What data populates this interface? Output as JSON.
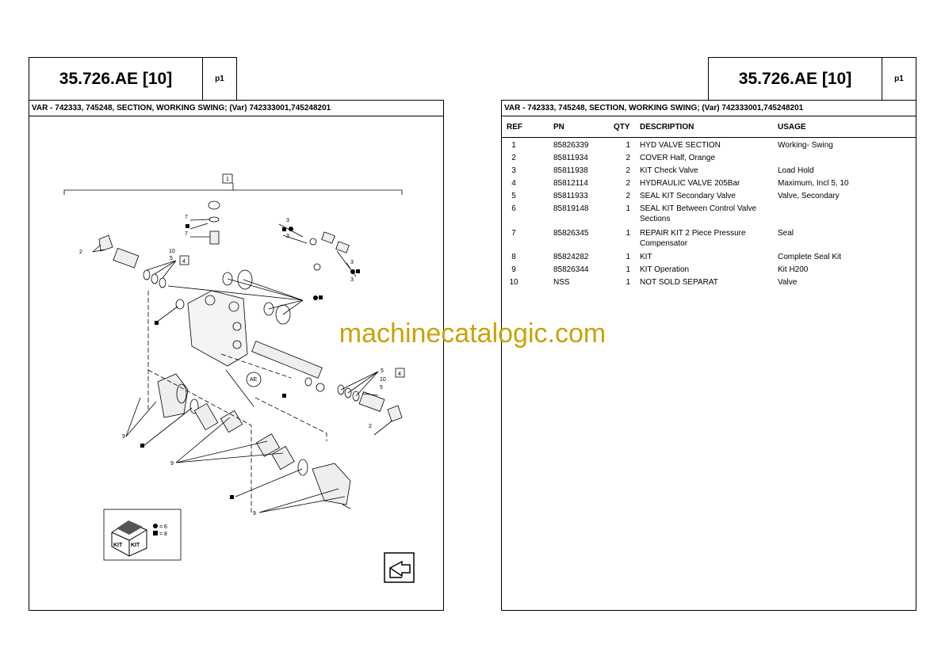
{
  "left": {
    "title": "35.726.AE [10]",
    "page": "p1",
    "var_line": "VAR - 742333, 745248, SECTION, WORKING SWING; (Var) 742333001,745248201",
    "diagram_labels": {
      "l1": "1",
      "l2": "2",
      "l3": "3",
      "l4": "4",
      "l5": "5",
      "l7": "7",
      "l9": "9",
      "l10": "10",
      "ae": "AE"
    },
    "kit_legend": {
      "kit_text": "KIT",
      "circle": "= 6",
      "square": "= 8"
    }
  },
  "right": {
    "title": "35.726.AE [10]",
    "page": "p1",
    "var_line": "VAR - 742333, 745248, SECTION, WORKING SWING; (Var) 742333001,745248201",
    "columns": [
      "REF",
      "PN",
      "QTY",
      "DESCRIPTION",
      "USAGE"
    ],
    "rows": [
      {
        "ref": "1",
        "pn": "85826339",
        "qty": "1",
        "desc": "HYD VALVE SECTION",
        "usage": "Working- Swing"
      },
      {
        "ref": "2",
        "pn": "85811934",
        "qty": "2",
        "desc": "COVER Half, Orange",
        "usage": ""
      },
      {
        "ref": "3",
        "pn": "85811938",
        "qty": "2",
        "desc": "KIT Check Valve",
        "usage": "Load Hold"
      },
      {
        "ref": "4",
        "pn": "85812114",
        "qty": "2",
        "desc": "HYDRAULIC VALVE 205Bar",
        "usage": "Maximum, Incl 5, 10"
      },
      {
        "ref": "5",
        "pn": "85811933",
        "qty": "2",
        "desc": "SEAL KIT Secondary Valve",
        "usage": "Valve, Secondary"
      },
      {
        "ref": "6",
        "pn": "85819148",
        "qty": "1",
        "desc": "SEAL KIT Between Control Valve",
        "desc2": "Sections",
        "usage": ""
      },
      {
        "ref": "7",
        "pn": "85826345",
        "qty": "1",
        "desc": "REPAIR KIT 2 Piece Pressure",
        "desc2": "Compensator",
        "usage": "Seal"
      },
      {
        "ref": "8",
        "pn": "85824282",
        "qty": "1",
        "desc": "KIT",
        "usage": "Complete Seal Kit"
      },
      {
        "ref": "9",
        "pn": "85826344",
        "qty": "1",
        "desc": "KIT Operation",
        "usage": "Kit H200"
      },
      {
        "ref": "10",
        "pn": "NSS",
        "qty": "1",
        "desc": "NOT SOLD SEPARAT",
        "usage": "Valve"
      }
    ]
  },
  "watermark": "machinecatalogic.com"
}
